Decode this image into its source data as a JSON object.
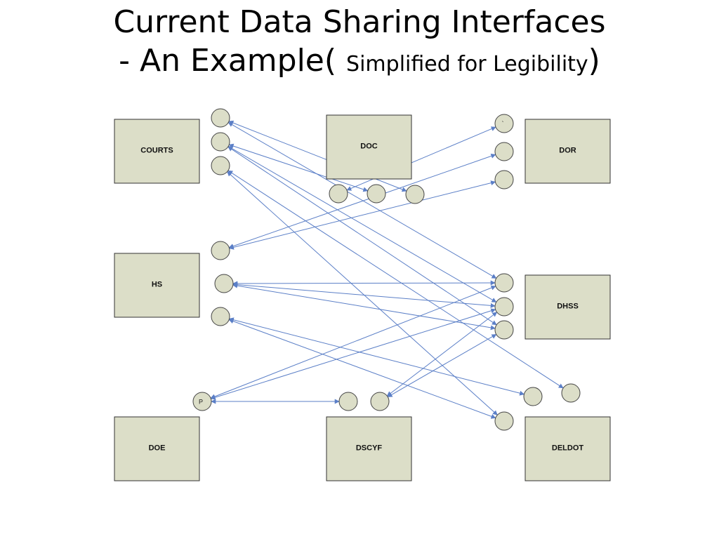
{
  "title": {
    "line1": "Current Data Sharing Interfaces",
    "line2_main": "- An Example( ",
    "line2_small": "Simplified for Legibility",
    "line2_close": ")"
  },
  "colors": {
    "box_fill": "#dcdec8",
    "edge": "#5b7fc7"
  },
  "boxes": [
    {
      "id": "courts",
      "label": "COURTS"
    },
    {
      "id": "doc",
      "label": "DOC"
    },
    {
      "id": "dor",
      "label": "DOR"
    },
    {
      "id": "hs",
      "label": "HS"
    },
    {
      "id": "dhss",
      "label": "DHSS"
    },
    {
      "id": "doe",
      "label": "DOE"
    },
    {
      "id": "dscyf",
      "label": "DSCYF"
    },
    {
      "id": "deldot",
      "label": "DELDOT"
    }
  ],
  "nodes": [
    {
      "id": "c1",
      "label": ""
    },
    {
      "id": "c2",
      "label": ""
    },
    {
      "id": "c3",
      "label": ""
    },
    {
      "id": "doc1",
      "label": ""
    },
    {
      "id": "doc2",
      "label": ""
    },
    {
      "id": "doc3",
      "label": ""
    },
    {
      "id": "dor1",
      "label": "`"
    },
    {
      "id": "dor2",
      "label": ""
    },
    {
      "id": "dor3",
      "label": ""
    },
    {
      "id": "hs1",
      "label": ""
    },
    {
      "id": "hs2",
      "label": ""
    },
    {
      "id": "hs3",
      "label": ""
    },
    {
      "id": "dhss1",
      "label": ""
    },
    {
      "id": "dhss2",
      "label": ""
    },
    {
      "id": "dhss3",
      "label": ""
    },
    {
      "id": "doe1",
      "label": "P"
    },
    {
      "id": "dscyf1",
      "label": ""
    },
    {
      "id": "dscyf2",
      "label": ""
    },
    {
      "id": "del1",
      "label": ""
    },
    {
      "id": "del2",
      "label": ""
    },
    {
      "id": "del3",
      "label": ""
    }
  ],
  "edges": [
    [
      "c1",
      "doc3"
    ],
    [
      "c1",
      "dhss1"
    ],
    [
      "c2",
      "doc2"
    ],
    [
      "c2",
      "dhss2"
    ],
    [
      "c2",
      "dhss3"
    ],
    [
      "c3",
      "del1"
    ],
    [
      "c3",
      "del3"
    ],
    [
      "doc1",
      "dor1"
    ],
    [
      "hs1",
      "dor2"
    ],
    [
      "hs1",
      "dor3"
    ],
    [
      "hs2",
      "dhss1"
    ],
    [
      "hs2",
      "dhss2"
    ],
    [
      "hs2",
      "dhss3"
    ],
    [
      "hs3",
      "del1"
    ],
    [
      "hs3",
      "del2"
    ],
    [
      "doe1",
      "dhss1"
    ],
    [
      "doe1",
      "dhss2"
    ],
    [
      "doe1",
      "dscyf1"
    ],
    [
      "dscyf2",
      "dhss2"
    ],
    [
      "dscyf2",
      "dhss3"
    ]
  ]
}
